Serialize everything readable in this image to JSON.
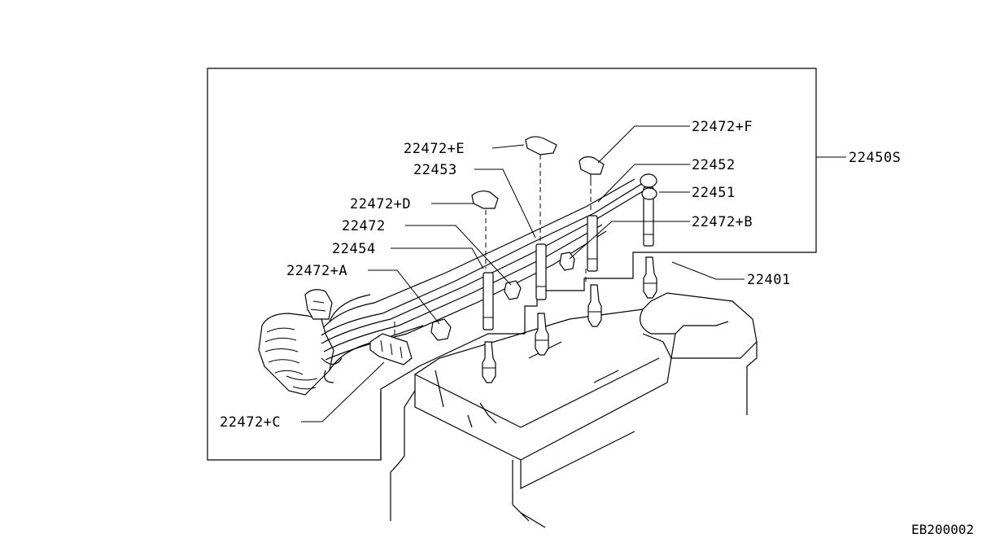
{
  "callouts": {
    "c22472F": "22472+F",
    "c22472E": "22472+E",
    "c22453": "22453",
    "c22452": "22452",
    "c22450S": "22450S",
    "c22472D": "22472+D",
    "c22451": "22451",
    "c22472": "22472",
    "c22472B": "22472+B",
    "c22454": "22454",
    "c22401": "22401",
    "c22472A": "22472+A",
    "c22472C": "22472+C"
  },
  "reference_code": "EB200002"
}
